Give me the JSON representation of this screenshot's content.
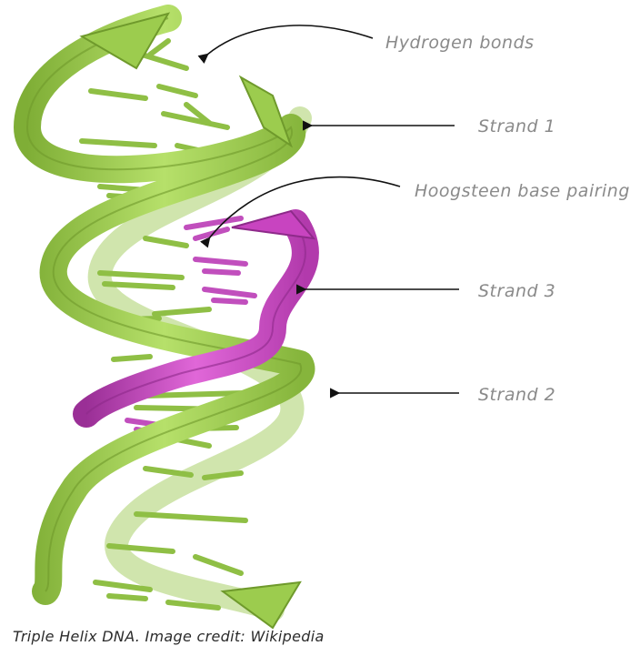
{
  "labels": {
    "hydrogen_bonds": "Hydrogen bonds",
    "strand_1": "Strand 1",
    "hoogsteen": "Hoogsteen base pairing",
    "strand_3": "Strand 3",
    "strand_2": "Strand 2"
  },
  "caption": "Triple Helix DNA. Image credit: Wikipedia",
  "colors": {
    "green_strand": "#9ccc4e",
    "green_dark": "#6f9a2c",
    "magenta_strand": "#c844c0",
    "magenta_dark": "#8e2a8a",
    "label_gray": "#8a8a8a",
    "arrow": "#111111"
  }
}
